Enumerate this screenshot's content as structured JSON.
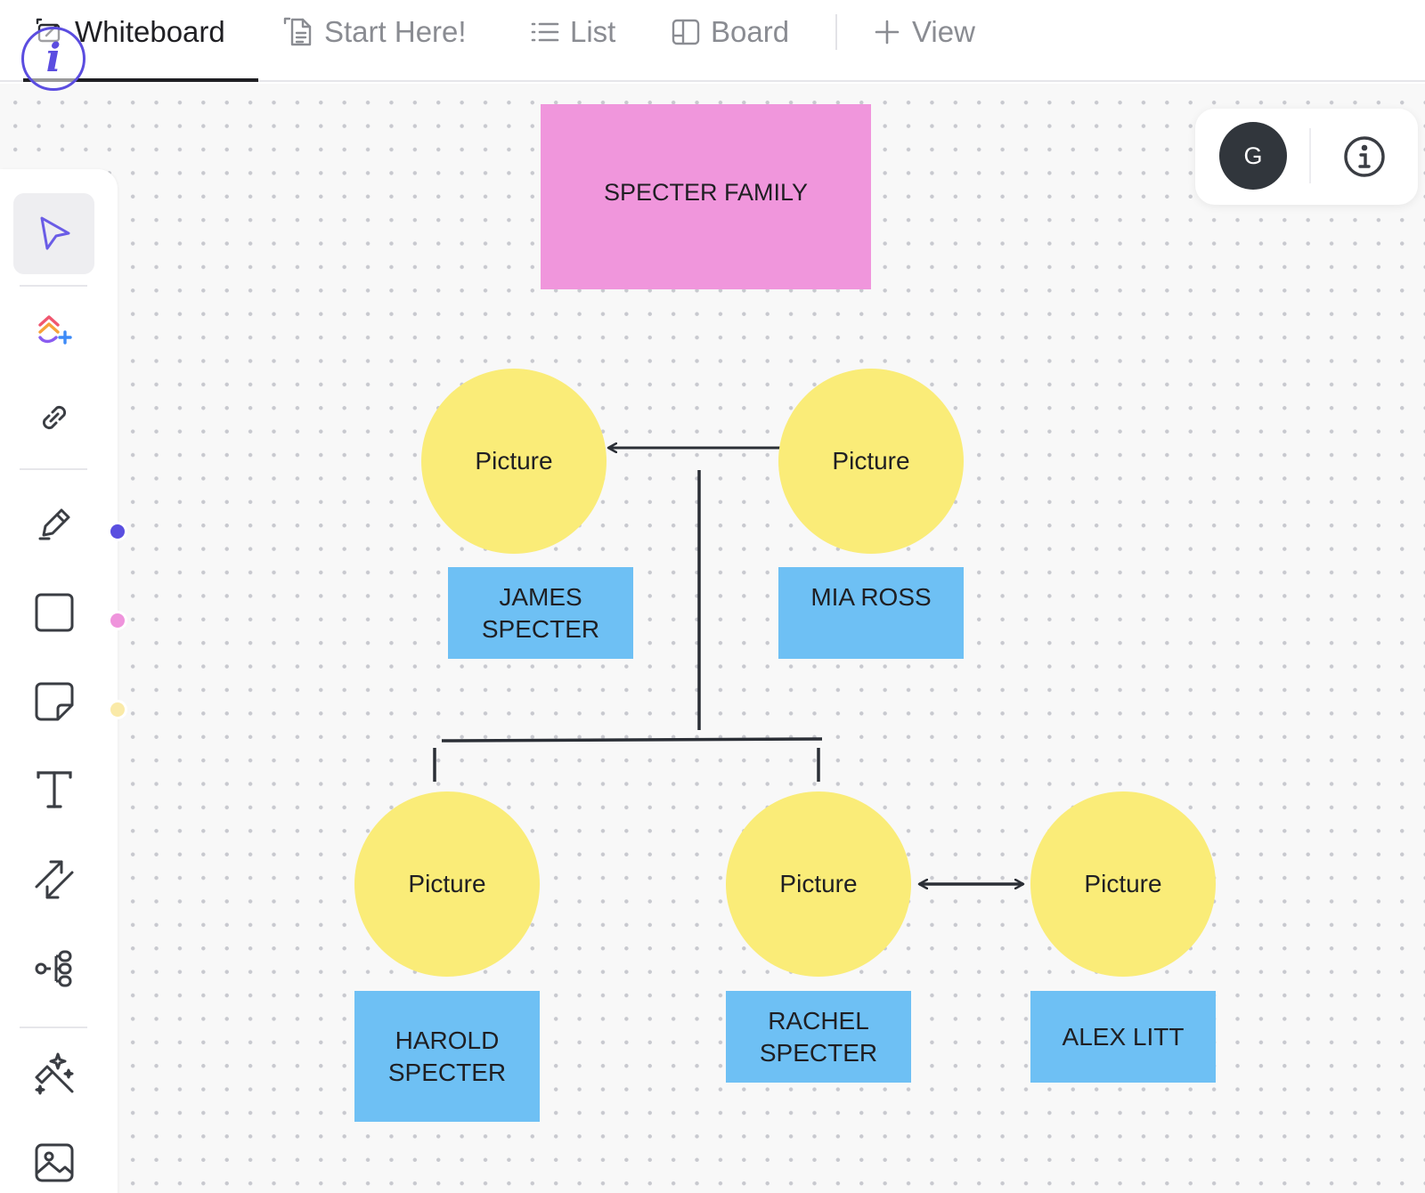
{
  "tabs": {
    "whiteboard": {
      "label": "Whiteboard",
      "icon": "whiteboard-icon",
      "active": true
    },
    "start_here": {
      "label": "Start Here!",
      "icon": "doc-icon"
    },
    "list": {
      "label": "List",
      "icon": "list-icon"
    },
    "board": {
      "label": "Board",
      "icon": "board-icon"
    },
    "add_view": {
      "label": "View",
      "icon": "plus-icon"
    }
  },
  "info_badge_glyph": "i",
  "toolbar": {
    "tools": [
      "pointer-icon",
      "clickup-add-icon",
      "link-icon",
      "pen-icon",
      "shape-icon",
      "sticky-note-icon",
      "text-icon",
      "connector-icon",
      "mindmap-icon",
      "ai-magic-icon",
      "image-icon"
    ],
    "color_dots": {
      "pen": "#5a4fe0",
      "shape": "#ef94dc",
      "sticky": "#faeaa8"
    }
  },
  "right_panel": {
    "avatar_initial": "G",
    "info_icon": "info-icon"
  },
  "diagram": {
    "title": "SPECTER FAMILY",
    "photo_placeholder": "Picture",
    "people": {
      "james": {
        "name": "JAMES SPECTER"
      },
      "mia": {
        "name": "MIA ROSS"
      },
      "harold": {
        "name": "HAROLD SPECTER"
      },
      "rachel": {
        "name": "RACHEL SPECTER"
      },
      "alex": {
        "name": "ALEX LITT"
      }
    },
    "colors": {
      "title_fill": "#f096dc",
      "photo_fill": "#faec78",
      "name_fill": "#6ec0f4",
      "connector": "#2b2f36"
    }
  }
}
